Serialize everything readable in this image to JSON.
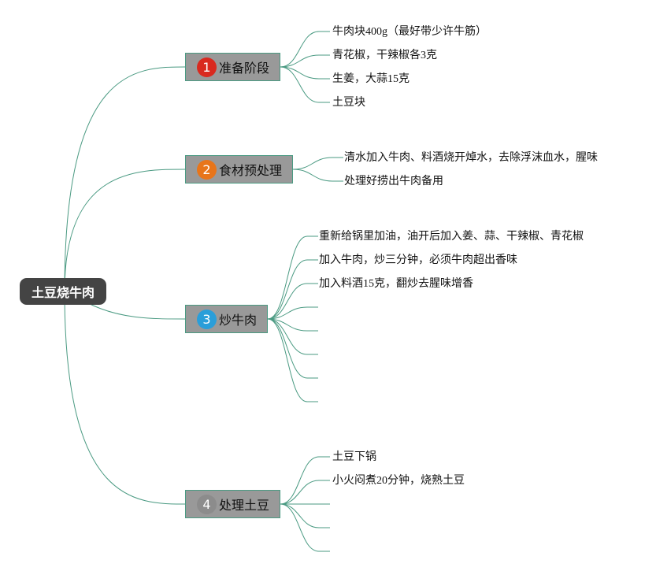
{
  "root": {
    "label": "土豆烧牛肉"
  },
  "colors": {
    "connector": "#4a9a82",
    "root_bg": "#444444",
    "node_bg": "#999999"
  },
  "stages": [
    {
      "number": "1",
      "label": "准备阶段",
      "badge_color": "#d9291f",
      "items": [
        "牛肉块400g（最好带少许牛筋）",
        "青花椒，干辣椒各3克",
        "生姜，大蒜15克",
        "土豆块"
      ]
    },
    {
      "number": "2",
      "label": "食材预处理",
      "badge_color": "#e8751a",
      "items": [
        "清水加入牛肉、料酒烧开焯水，去除浮沫血水，腥味",
        "处理好捞出牛肉备用"
      ]
    },
    {
      "number": "3",
      "label": "炒牛肉",
      "badge_color": "#2a9ed9",
      "items": [
        "重新给锅里加油，油开后加入姜、蒜、干辣椒、青花椒",
        "加入牛肉，炒三分钟，必须牛肉超出香味",
        "加入料酒15克，翻炒去腥味增香",
        "",
        "",
        "",
        "",
        ""
      ]
    },
    {
      "number": "4",
      "label": "处理土豆",
      "badge_color": "#8c8c8c",
      "items": [
        "土豆下锅",
        "小火闷煮20分钟，烧熟土豆",
        "",
        "",
        ""
      ]
    }
  ]
}
